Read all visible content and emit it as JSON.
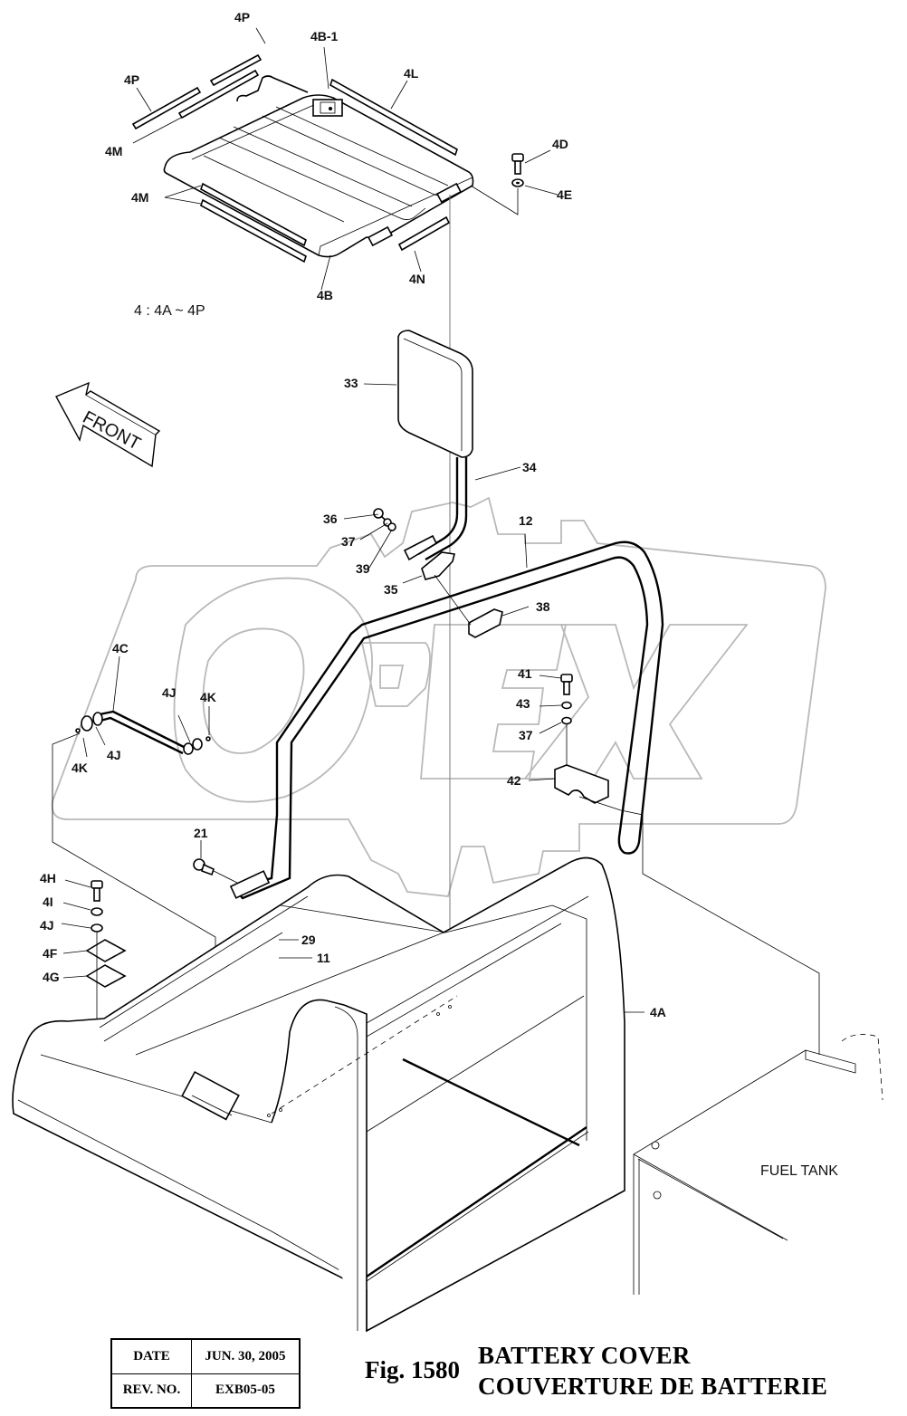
{
  "figure": {
    "number_label": "Fig. 1580",
    "title_en": "BATTERY COVER",
    "title_fr": "COUVERTURE DE BATTERIE",
    "assembly_note": "4 : 4A ~ 4P",
    "front_label": "FRONT",
    "fuel_tank_label": "FUEL TANK",
    "watermark": "OPEX"
  },
  "title_block": {
    "date_label": "DATE",
    "date_value": "JUN. 30, 2005",
    "rev_label": "REV. NO.",
    "rev_value": "EXB05-05"
  },
  "callouts": {
    "p4P_a": "4P",
    "p4P_b": "4P",
    "p4B1": "4B-1",
    "p4L": "4L",
    "p4M_a": "4M",
    "p4M_b": "4M",
    "p4D": "4D",
    "p4E": "4E",
    "p4N": "4N",
    "p4B": "4B",
    "p33": "33",
    "p34": "34",
    "p36": "36",
    "p37_a": "37",
    "p39": "39",
    "p12": "12",
    "p35": "35",
    "p38": "38",
    "p4C": "4C",
    "p4J_a": "4J",
    "p4K_a": "4K",
    "p4J_b": "4J",
    "p4K_b": "4K",
    "p41": "41",
    "p43": "43",
    "p37_b": "37",
    "p42": "42",
    "p21": "21",
    "p4H": "4H",
    "p4I": "4I",
    "p4J_c": "4J",
    "p4F": "4F",
    "p4G": "4G",
    "p29": "29",
    "p11": "11",
    "p4A": "4A"
  }
}
